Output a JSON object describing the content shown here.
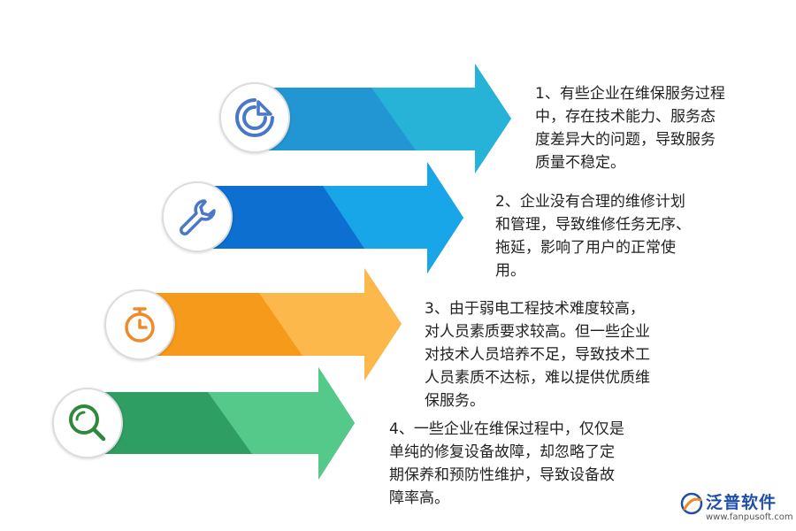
{
  "items": [
    {
      "icon": "pie-chart-icon",
      "color_main": "#2196d3",
      "color_light": "#27b2d8",
      "lines": [
        "1、有些企业在维保服务过程",
        "中，存在技术能力、服务态",
        "度差异大的问题，导致服务",
        "质量不稳定。"
      ]
    },
    {
      "icon": "wrench-icon",
      "color_main": "#0d6fd0",
      "color_light": "#18a6e8",
      "lines": [
        "2、企业没有合理的维修计划",
        "和管理，导致维修任务无序、",
        "拖延，影响了用户的正常使",
        "用。"
      ]
    },
    {
      "icon": "stopwatch-icon",
      "color_main": "#f59a1a",
      "color_light": "#fdb84c",
      "lines": [
        "3、由于弱电工程技术难度较高，",
        "对人员素质要求较高。但一些企业",
        "对技术人员培养不足，导致技术工",
        "人员素质不达标，难以提供优质维",
        "保服务。"
      ]
    },
    {
      "icon": "search-icon",
      "color_main": "#2e9e62",
      "color_light": "#55c98a",
      "lines": [
        "4、一些企业在维保过程中，仅仅是",
        "单纯的修复设备故障，却忽略了定",
        "期保养和预防性维护，导致设备故",
        "障率高。"
      ]
    }
  ],
  "brand": {
    "name": "泛普软件",
    "url": "www.fanpusoft.com"
  }
}
